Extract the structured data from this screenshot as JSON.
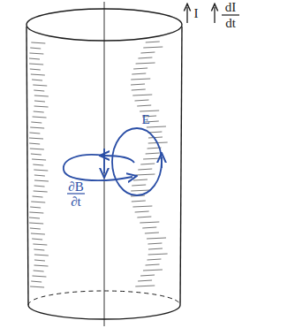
{
  "diagram": {
    "labels": [
      "I",
      "dI",
      "dt",
      "E",
      "∂B",
      "∂t"
    ]
  }
}
